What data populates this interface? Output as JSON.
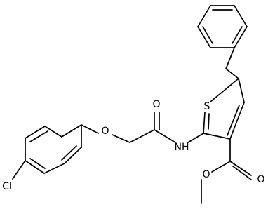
{
  "molecule": {
    "atoms": {
      "sulfur": "S",
      "amide_nitrogen": "NH",
      "amide_oxygen": "O",
      "ether_oxygen": "O",
      "chlorine": "Cl",
      "ester_carbonyl_oxygen": "O",
      "ester_oxygen": "O"
    },
    "colors": {
      "bond": "#000000",
      "label": "#000000",
      "background": "#ffffff"
    }
  }
}
